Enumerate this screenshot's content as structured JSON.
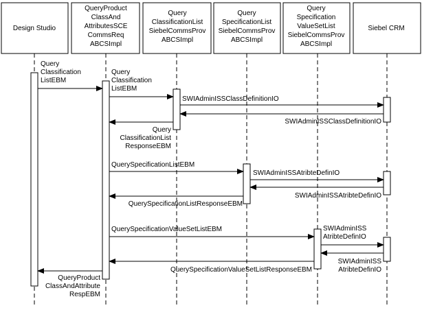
{
  "participants": [
    {
      "id": "design-studio",
      "lines": [
        "Design Studio"
      ]
    },
    {
      "id": "qpca-abcs",
      "lines": [
        "QueryProduct",
        "ClassAnd",
        "AttributesSCE",
        "CommsReq",
        "ABCSImpl"
      ]
    },
    {
      "id": "qcl-abcs",
      "lines": [
        "Query",
        "ClassificationList",
        "SiebelCommsProv",
        "ABCSImpl"
      ]
    },
    {
      "id": "qsl-abcs",
      "lines": [
        "Query",
        "SpecificationList",
        "SiebelCommsProv",
        "ABCSImpl"
      ]
    },
    {
      "id": "qsvsl-abcs",
      "lines": [
        "Query",
        "Specification",
        "ValueSetList",
        "SiebelCommsProv",
        "ABCSImpl"
      ]
    },
    {
      "id": "siebel-crm",
      "lines": [
        "Siebel CRM"
      ]
    }
  ],
  "messages": [
    {
      "id": "msg-1",
      "from": 0,
      "to": 1,
      "lines": [
        "Query",
        "Classification",
        "ListEBM"
      ]
    },
    {
      "id": "msg-2",
      "from": 1,
      "to": 2,
      "lines": [
        "Query",
        "Classification",
        "ListEBM"
      ]
    },
    {
      "id": "msg-3",
      "from": 2,
      "to": 5,
      "lines": [
        "SWIAdminISSClassDefinitionIO"
      ]
    },
    {
      "id": "msg-4",
      "from": 5,
      "to": 2,
      "lines": [
        "SWIAdminISSClassDefinitionIO"
      ]
    },
    {
      "id": "msg-5",
      "from": 2,
      "to": 1,
      "lines": [
        "Query",
        "ClassificationList",
        "ResponseEBM"
      ]
    },
    {
      "id": "msg-6",
      "from": 1,
      "to": 3,
      "lines": [
        "QuerySpecificationListEBM"
      ]
    },
    {
      "id": "msg-7",
      "from": 3,
      "to": 5,
      "lines": [
        "SWIAdminISSAtribteDefinIO"
      ]
    },
    {
      "id": "msg-8",
      "from": 5,
      "to": 3,
      "lines": [
        "SWIAdminISSAtribteDefinIO"
      ]
    },
    {
      "id": "msg-9",
      "from": 3,
      "to": 1,
      "lines": [
        "QuerySpecificationListResponseEBM"
      ]
    },
    {
      "id": "msg-10",
      "from": 1,
      "to": 4,
      "lines": [
        "QuerySpecificationValueSetListEBM"
      ]
    },
    {
      "id": "msg-11",
      "from": 4,
      "to": 5,
      "lines": [
        "SWIAdminISS",
        "AtribteDefinIO"
      ]
    },
    {
      "id": "msg-12",
      "from": 5,
      "to": 4,
      "lines": [
        "SWIAdminISS",
        "AtribteDefinIO"
      ]
    },
    {
      "id": "msg-13",
      "from": 4,
      "to": 1,
      "lines": [
        "QuerySpecificationValueSetListResponseEBM"
      ]
    },
    {
      "id": "msg-14",
      "from": 1,
      "to": 0,
      "lines": [
        "QueryProduct",
        "ClassAndAttribute",
        "RespEBM"
      ]
    }
  ]
}
